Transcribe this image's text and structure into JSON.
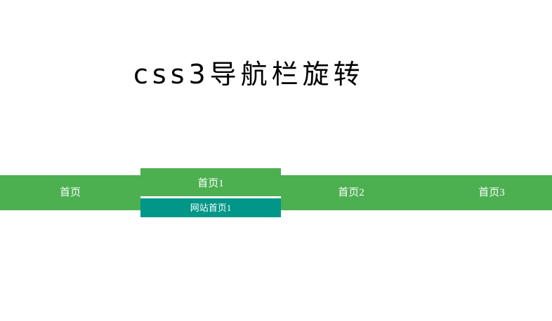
{
  "page": {
    "title": "css3导航栏旋转"
  },
  "nav": {
    "items": [
      {
        "label": "首页"
      },
      {
        "label": "首页1"
      },
      {
        "label": "首页2"
      },
      {
        "label": "首页3"
      }
    ],
    "active_index": 1,
    "submenu": {
      "items": [
        {
          "label": "网站首页1"
        }
      ]
    }
  },
  "colors": {
    "nav_background": "#4caf50",
    "submenu_background": "#009688",
    "text": "#ffffff",
    "title": "#000000",
    "page_background": "#ffffff"
  }
}
